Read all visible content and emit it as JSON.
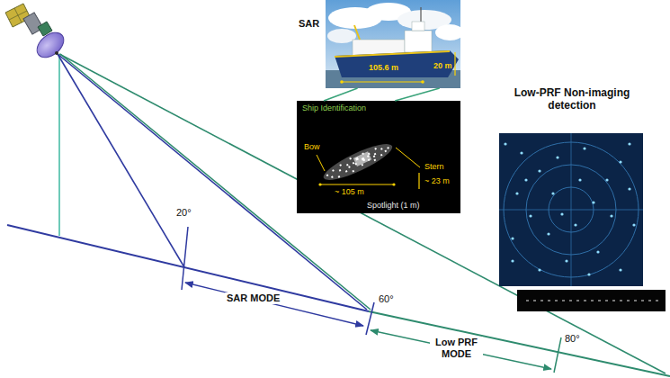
{
  "diagram": {
    "nodes": [
      {
        "text": [
          "SAR"
        ]
      },
      {
        "text": [
          "Ship Identification"
        ]
      },
      {
        "text": [
          "Low-PRF Non-imaging detection"
        ]
      }
    ],
    "edges": [
      {
        "from": 0,
        "to": 1,
        "arrow": "none"
      },
      {
        "from": 0,
        "to": 1,
        "arrow": "none"
      }
    ],
    "labels": [
      "105.6 m",
      "20 m",
      "Bow",
      "Stern",
      "~ 105 m",
      "~ 23 m",
      "Spotlight (1 m)",
      "20°",
      "60°",
      "80°",
      "SAR MODE",
      "Low PRF MODE"
    ]
  }
}
